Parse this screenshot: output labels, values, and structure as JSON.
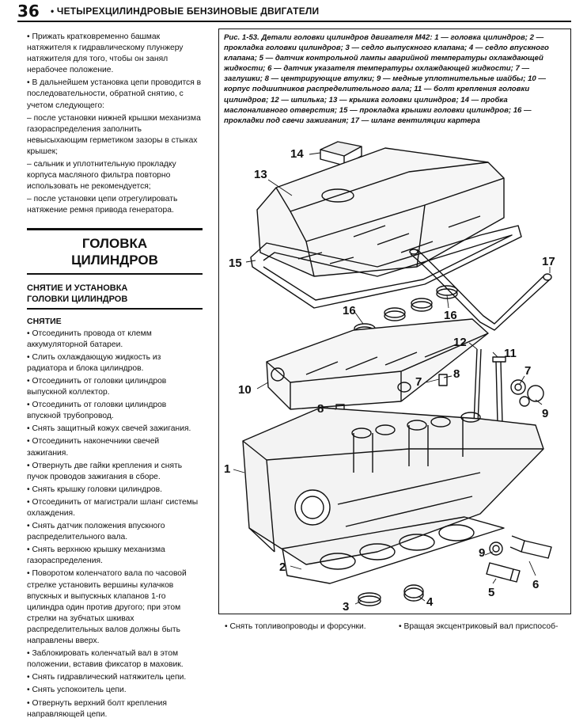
{
  "header": {
    "page_number": "36",
    "title": "• ЧЕТЫРЕХЦИЛИНДРОВЫЕ БЕНЗИНОВЫЕ ДВИГАТЕЛИ"
  },
  "left_column": {
    "intro": [
      "• Прижать кратковременно башмак натяжителя к гидравлическому плунжеру натяжителя для того, чтобы он занял нерабочее положение.",
      "• В дальнейшем установка цепи проводится в последовательности, обратной снятию, с учетом следующего:",
      "– после установки нижней крышки механизма газораспределения заполнить невысыхающим герметиком зазоры в стыках крышек;",
      "– сальник и уплотнительную прокладку корпуса масляного фильтра повторно использовать не рекомендуется;",
      "– после установки цепи отрегулировать натяжение ремня привода генератора."
    ],
    "section_title_1": "ГОЛОВКА",
    "section_title_2": "ЦИЛИНДРОВ",
    "subsection_1": "СНЯТИЕ И УСТАНОВКА",
    "subsection_2": "ГОЛОВКИ ЦИЛИНДРОВ",
    "removal_heading": "СНЯТИЕ",
    "steps": [
      "• Отсоединить провода от клемм аккумуляторной батареи.",
      "• Слить охлаждающую жидкость из радиатора и блока цилиндров.",
      "• Отсоединить от головки цилиндров выпускной коллектор.",
      "• Отсоединить от головки цилиндров впускной трубопровод.",
      "• Снять защитный кожух свечей зажигания.",
      "• Отсоединить наконечники свечей зажигания.",
      "• Отвернуть две гайки крепления и снять пучок проводов зажигания в сборе.",
      "• Снять крышку головки цилиндров.",
      "• Отсоединить от магистрали шланг системы охлаждения.",
      "• Снять датчик положения впускного распределительного вала.",
      "• Снять верхнюю крышку механизма газораспределения.",
      "• Поворотом коленчатого вала по часовой стрелке установить вершины кулачков впускных и выпускных клапанов 1-го цилиндра один против другого; при этом стрелки на зубчатых шкивах распределительных валов должны быть направлены вверх.",
      "• Заблокировать коленчатый вал в этом положении, вставив фиксатор в маховик.",
      "• Снять гидравлический натяжитель цепи.",
      "• Снять успокоитель цепи.",
      "• Отвернуть верхний болт крепления направляющей цепи."
    ]
  },
  "figure": {
    "caption": "Рис. 1-53. Детали головки цилиндров двигателя М42: 1 — головка цилиндров; 2 — прокладка головки цилиндров; 3 — седло выпускного клапана; 4 — седло впускного клапана; 5 — датчик контрольной лампы аварийной температуры охлаждающей жидкости; 6 — датчик указателя температуры охлаждающей жидкости; 7 — заглушки; 8 — центрирующие втулки; 9 — медные уплотнительные шайбы; 10 — корпус подшипников распределительного вала; 11 — болт крепления головки цилиндров; 12 — шпилька; 13 — крышка головки цилиндров; 14 — пробка маслоналивного отверстия; 15 — прокладка крышки головки цилиндров; 16 — прокладки под свечи зажигания; 17 — шланг вентиляции картера",
    "callouts": {
      "c1": "1",
      "c2": "2",
      "c3": "3",
      "c4": "4",
      "c5": "5",
      "c6": "6",
      "c7a": "7",
      "c7b": "7",
      "c8a": "8",
      "c8b": "8",
      "c9a": "9",
      "c9b": "9",
      "c10": "10",
      "c11": "11",
      "c12": "12",
      "c13": "13",
      "c14": "14",
      "c15": "15",
      "c16a": "16",
      "c16b": "16",
      "c17": "17"
    }
  },
  "bottom": {
    "middle": "• Снять топливопроводы и форсунки.",
    "right": "• Вращая эксцентриковый вал приспособ-"
  }
}
